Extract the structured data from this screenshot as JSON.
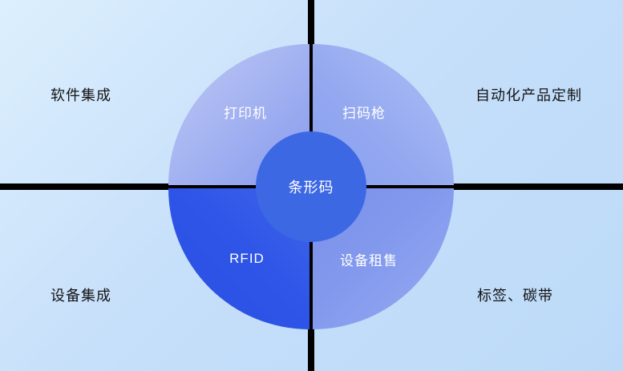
{
  "diagram": {
    "center": {
      "label": "条形码"
    },
    "quadrants": [
      {
        "id": "printer",
        "label": "打印机",
        "position": "top-left"
      },
      {
        "id": "scanner",
        "label": "扫码枪",
        "position": "top-right"
      },
      {
        "id": "rfid",
        "label": "RFID",
        "position": "bottom-left"
      },
      {
        "id": "rental",
        "label": "设备租售",
        "position": "bottom-right"
      }
    ],
    "corners": [
      {
        "id": "software-integration",
        "label": "软件集成",
        "position": "top-left"
      },
      {
        "id": "automation-customization",
        "label": "自动化产品定制",
        "position": "top-right"
      },
      {
        "id": "device-integration",
        "label": "设备集成",
        "position": "bottom-left"
      },
      {
        "id": "labels-ribbons",
        "label": "标签、碳带",
        "position": "bottom-right"
      }
    ],
    "colors": {
      "background_start": "#dceffd",
      "background_end": "#bcdaf8",
      "axis": "#000000",
      "quadrant_top_left": "#98a9ef",
      "quadrant_top_right": "#93a8f0",
      "quadrant_bottom_left": "#2e55e7",
      "quadrant_bottom_right": "#8399ed",
      "center_circle": "#3d68e4",
      "quadrant_text": "#ffffff",
      "corner_text": "#141414"
    }
  }
}
